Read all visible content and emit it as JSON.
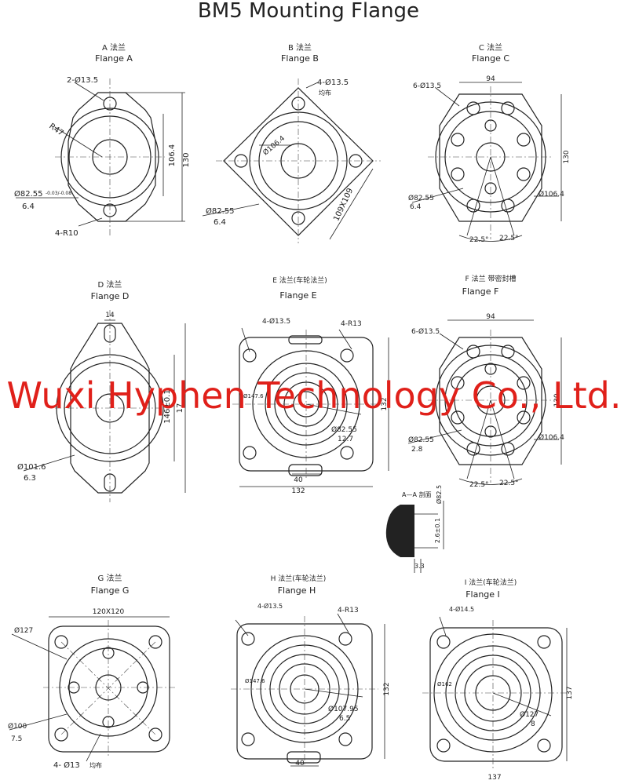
{
  "page_title": "BM5 Mounting Flange",
  "watermark": "Wuxi Hyphen Technology Co., Ltd.",
  "colors": {
    "ink": "#222222",
    "watermark": "#e0201a",
    "paper": "#ffffff"
  },
  "flange_a": {
    "cn": "A 法兰",
    "name": "Flange A",
    "holes": "2-Ø13.5",
    "radius": "R47",
    "dia": "106.4",
    "height": "130",
    "pilot": "Ø82.55",
    "pilot_tol": "-0.03/-0.08",
    "depth": "6.4",
    "corner": "4-R10"
  },
  "flange_b": {
    "cn": "B 法兰",
    "name": "Flange B",
    "holes": "4-Ø13.5",
    "holes_cn": "均布",
    "dia": "Ø106.4",
    "pilot": "Ø82.55",
    "depth": "6.4",
    "size": "109X109"
  },
  "flange_c": {
    "cn": "C 法兰",
    "name": "Flange C",
    "holes": "6-Ø13.5",
    "width": "94",
    "height": "130",
    "pilot": "Ø82.55",
    "depth": "6.4",
    "dia": "Ø106.4",
    "angle_l": "22.5°",
    "angle_r": "22.5°"
  },
  "flange_d": {
    "cn": "D 法兰",
    "name": "Flange D",
    "slot": "14",
    "dia": "146±0.1",
    "height": "17",
    "pilot": "Ø101.6",
    "depth": "6.3"
  },
  "flange_e": {
    "cn": "E 法兰(车轮法兰)",
    "name": "Flange E",
    "holes": "4-Ø13.5",
    "corner": "4-R13",
    "dia": "Ø147.6",
    "pilot": "Ø82.55",
    "depth": "12.7",
    "height": "132",
    "width": "132",
    "slot": "40"
  },
  "flange_f": {
    "cn": "F 法兰 带密封槽",
    "name": "Flange F",
    "holes": "6-Ø13.5",
    "width": "94",
    "height": "130",
    "pilot": "Ø82.55",
    "depth": "2.8",
    "dia": "Ø106.4",
    "angle_l": "22.5°",
    "angle_r": "22.5°"
  },
  "section_aa": {
    "title": "A—A 剖面",
    "dia": "Ø82.5",
    "groove": "2.6±0.1",
    "width": "3.3"
  },
  "flange_g": {
    "cn": "G 法兰",
    "name": "Flange G",
    "size": "120X120",
    "dia": "Ø127",
    "pilot": "Ø100",
    "depth": "7.5",
    "holes": "4- Ø13",
    "holes_cn": "均布"
  },
  "flange_h": {
    "cn": "H 法兰(车轮法兰)",
    "name": "Flange H",
    "holes": "4-Ø13.5",
    "corner": "4-R13",
    "dia": "Ø147.6",
    "pilot": "Ø107.95",
    "depth": "6.5",
    "height": "132",
    "slot": "40"
  },
  "flange_i": {
    "cn": "I 法兰(车轮法兰)",
    "name": "Flange I",
    "holes": "4-Ø14.5",
    "dia": "Ø162",
    "pilot": "Ø127",
    "depth": "8",
    "height": "137",
    "width": "137"
  }
}
